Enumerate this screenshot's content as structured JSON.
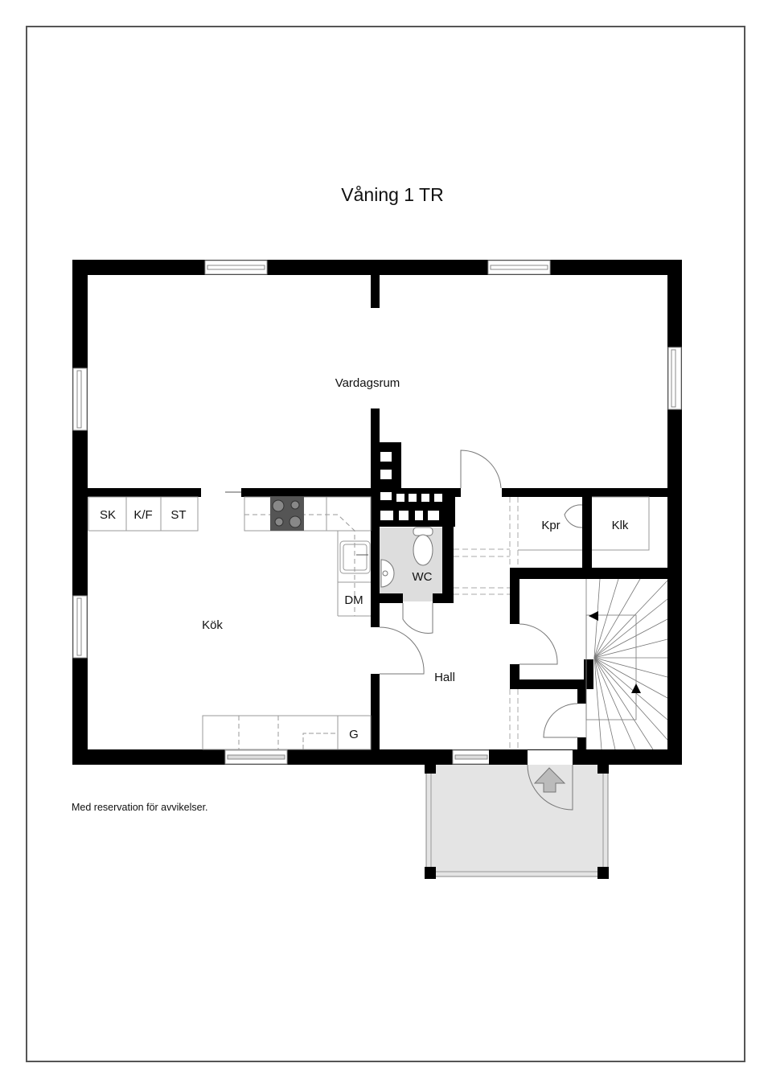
{
  "title": "Våning 1 TR",
  "disclaimer": "Med reservation för avvikelser.",
  "rooms": {
    "vardagsrum": "Vardagsrum",
    "kok": "Kök",
    "hall": "Hall",
    "wc": "WC",
    "kpr": "Kpr",
    "klk": "Klk"
  },
  "appliances": {
    "sk": "SK",
    "kf": "K/F",
    "st": "ST",
    "dm": "DM",
    "g": "G"
  },
  "colors": {
    "wall": "#000000",
    "fixture_line": "#888888",
    "wet_room_fill": "#dddddd",
    "porch_fill": "#e4e4e4",
    "stove": "#555555",
    "frame": "#555555"
  }
}
